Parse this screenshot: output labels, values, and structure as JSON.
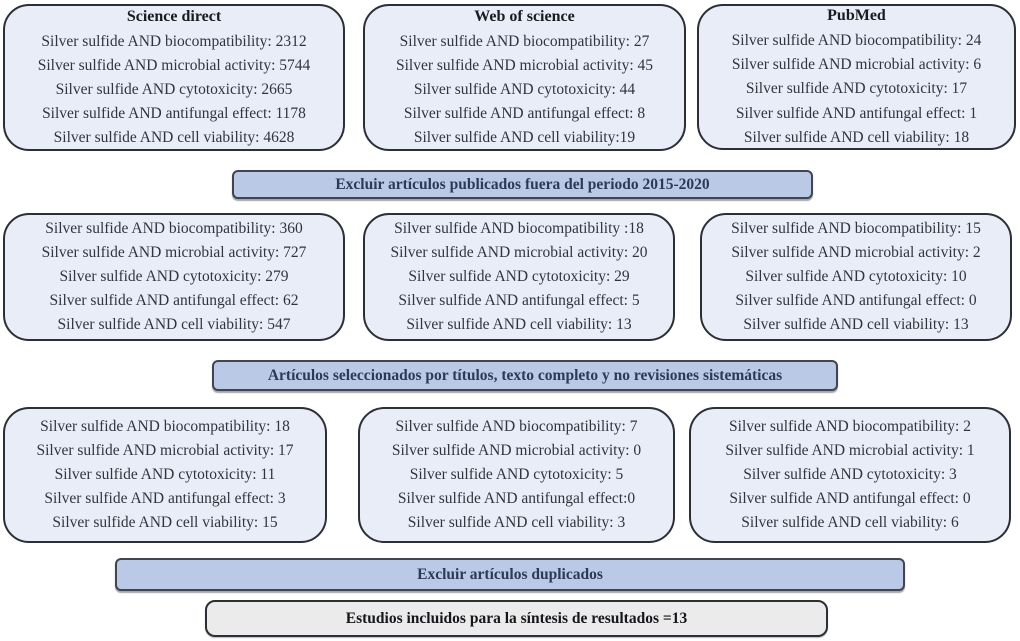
{
  "figure": {
    "stage1": {
      "boxes": [
        {
          "title": "Science direct",
          "lines": [
            "Silver sulfide AND biocompatibility: 2312",
            "Silver sulfide AND microbial activity: 5744",
            "Silver sulfide AND cytotoxicity: 2665",
            "Silver sulfide AND antifungal effect: 1178",
            "Silver sulfide AND cell viability: 4628"
          ]
        },
        {
          "title": "Web of science",
          "lines": [
            "Silver sulfide AND biocompatibility: 27",
            "Silver sulfide AND microbial activity: 45",
            "Silver sulfide AND cytotoxicity: 44",
            "Silver sulfide AND antifungal effect: 8",
            "Silver sulfide AND cell viability:19"
          ]
        },
        {
          "title": "PubMed",
          "lines": [
            "Silver sulfide AND biocompatibility: 24",
            "Silver sulfide AND microbial activity: 6",
            "Silver sulfide AND cytotoxicity: 17",
            "Silver sulfide AND antifungal effect: 1",
            "Silver sulfide AND cell viability: 18"
          ]
        }
      ]
    },
    "banner_period": "Excluir artículos publicados fuera del periodo 2015-2020",
    "stage2": {
      "boxes": [
        {
          "lines": [
            "Silver sulfide AND biocompatibility: 360",
            "Silver sulfide AND microbial activity: 727",
            "Silver sulfide AND cytotoxicity: 279",
            "Silver sulfide AND antifungal effect: 62",
            "Silver sulfide AND cell viability: 547"
          ]
        },
        {
          "lines": [
            "Silver sulfide AND biocompatibility :18",
            "Silver sulfide AND microbial activity: 20",
            "Silver sulfide AND cytotoxicity: 29",
            "Silver sulfide AND antifungal effect: 5",
            "Silver sulfide AND cell viability: 13"
          ]
        },
        {
          "lines": [
            "Silver sulfide AND biocompatibility: 15",
            "Silver sulfide AND microbial activity: 2",
            "Silver sulfide AND cytotoxicity: 10",
            "Silver sulfide AND antifungal effect: 0",
            "Silver sulfide AND cell viability: 13"
          ]
        }
      ]
    },
    "banner_selection": "Artículos seleccionados por títulos, texto completo y no revisiones sistemáticas",
    "stage3": {
      "boxes": [
        {
          "lines": [
            "Silver sulfide AND biocompatibility: 18",
            "Silver sulfide AND microbial activity: 17",
            "Silver sulfide AND cytotoxicity: 11",
            "Silver sulfide AND antifungal effect: 3",
            "Silver sulfide AND cell viability: 15"
          ]
        },
        {
          "lines": [
            "Silver sulfide AND biocompatibility: 7",
            "Silver sulfide AND microbial activity: 0",
            "Silver sulfide AND cytotoxicity: 5",
            "Silver sulfide AND antifungal effect:0",
            "Silver sulfide AND cell viability: 3"
          ]
        },
        {
          "lines": [
            "Silver sulfide AND biocompatibility: 2",
            "Silver sulfide AND microbial activity: 1",
            "Silver sulfide AND cytotoxicity: 3",
            "Silver sulfide AND antifungal effect: 0",
            "Silver sulfide AND cell viability: 6"
          ]
        }
      ]
    },
    "banner_duplicates": "Excluir artículos duplicados",
    "final_statement": "Estudios incluidos para la síntesis de resultados =13",
    "colors": {
      "box_fill": "#e8edf7",
      "box_border": "#2b2f36",
      "banner_fill": "#b9c9e6",
      "banner_text": "#2d3a55",
      "final_fill": "#ebebeb"
    }
  }
}
